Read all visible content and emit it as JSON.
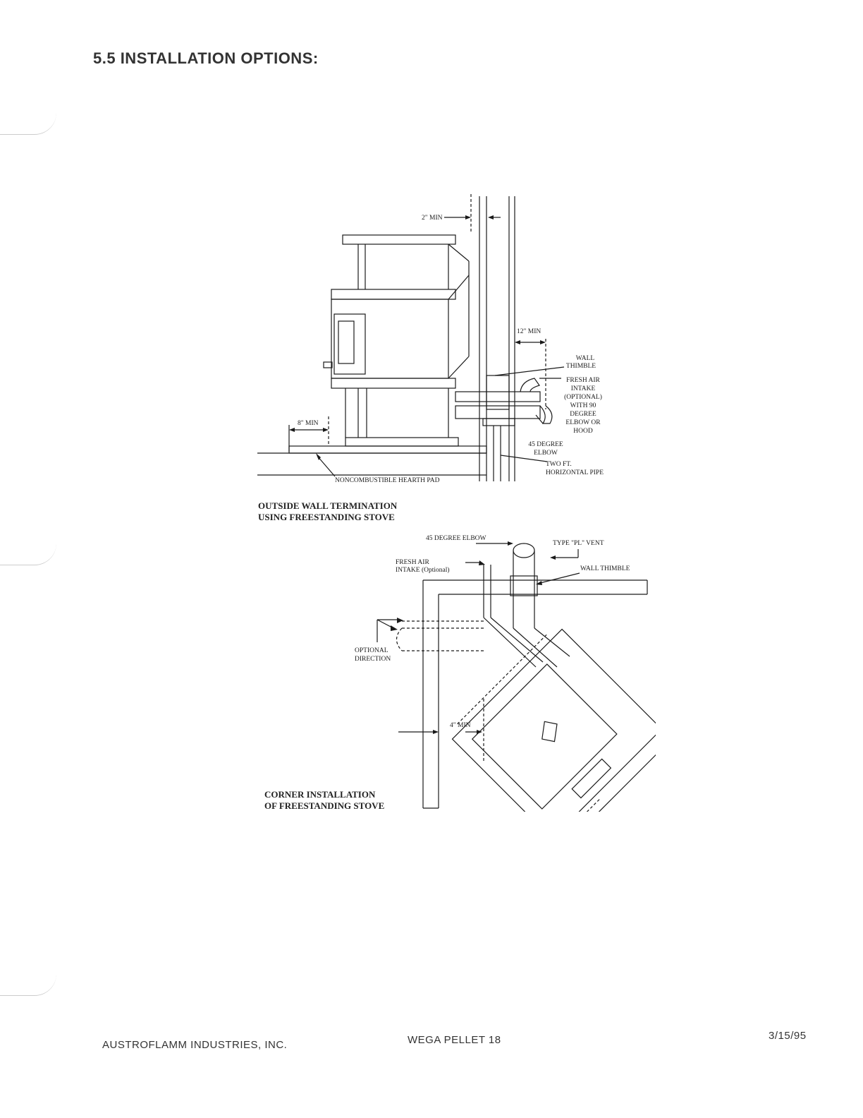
{
  "heading": "5.5 INSTALLATION OPTIONS:",
  "figure1": {
    "caption": "OUTSIDE WALL TERMINATION\nUSING FREESTANDING STOVE",
    "labels": {
      "two_min": "2\" MIN",
      "twelve_min": "12\" MIN",
      "eight_min": "8\" MIN",
      "wall_thimble_1": "WALL",
      "wall_thimble_2": "THIMBLE",
      "fresh_air_1": "FRESH AIR",
      "fresh_air_2": "INTAKE",
      "fresh_air_3": "(OPTIONAL)",
      "fresh_air_4": "WITH 90",
      "fresh_air_5": "DEGREE",
      "fresh_air_6": "ELBOW OR",
      "fresh_air_7": "HOOD",
      "elbow45_1": "45 DEGREE",
      "elbow45_2": "ELBOW",
      "two_ft_1": "TWO FT.",
      "two_ft_2": "HORIZONTAL PIPE",
      "hearth_pad": "NONCOMBUSTIBLE HEARTH PAD"
    }
  },
  "figure2": {
    "caption": "CORNER INSTALLATION\nOF FREESTANDING STOVE",
    "labels": {
      "elbow45": "45 DEGREE ELBOW",
      "pl_vent": "TYPE \"PL\" VENT",
      "wall_thimble": "WALL THIMBLE",
      "fresh_air_1": "FRESH AIR",
      "fresh_air_2": "INTAKE (Optional)",
      "optional_1": "OPTIONAL",
      "optional_2": "DIRECTION",
      "four_min": "4\" MIN"
    }
  },
  "footer": {
    "company": "AUSTROFLAMM INDUSTRIES, INC.",
    "product": "WEGA PELLET 18",
    "date": "3/15/95"
  }
}
